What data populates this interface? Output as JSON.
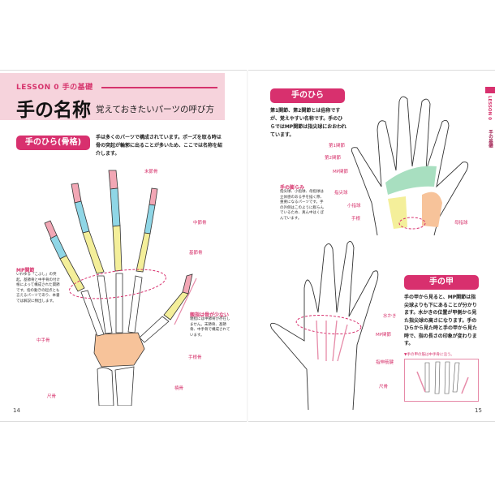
{
  "left_page": {
    "lesson": "LESSON 0 手の基礎",
    "title": "手の名称",
    "subtitle": "覚えておきたいパーツの呼び方",
    "section_pill": "手のひら(骨格)",
    "intro": "手は多くのパーツで構成されています。ポーズを取る時は骨の突起が輪郭に出ることが多いため、ここでは名称を紹介します。",
    "labels": {
      "distal": "末節骨",
      "middle": "中節骨",
      "proximal": "基節骨",
      "metacarpal": "中手骨",
      "carpal": "手根骨",
      "radius": "橈骨",
      "ulna": "尺骨"
    },
    "mp_note": {
      "heading": "MP関節",
      "text": "いわゆる「こぶし」の突起。基節骨と中手骨の付け根によって構成された関節です。指の動きの起点とも言えるパーツであり、本書では解説に頻出します。"
    },
    "thumb_note": {
      "heading": "親指は骨が少ない",
      "text": "親指には中節骨が存在しません。末節骨、基節骨、中手骨で構成されています。"
    },
    "page_number": "14"
  },
  "right_page": {
    "palm_pill": "手のひら",
    "palm_text": "第1関節、第2関節とは俗称ですが、覚えやすい名称です。手のひらではMP関節は指尖球におおわれています。",
    "palm_labels": {
      "joint1": "第1関節",
      "joint2": "第2関節",
      "mp": "MP関節",
      "fingertip_pad": "指尖球",
      "hypothenar": "小指球",
      "wrist": "手根",
      "thenar": "母指球"
    },
    "bulge_note": {
      "heading": "手の膨らみ",
      "text": "指尖球、小指球、母指球は立体感のある手を描く際、重要になるパーツです。手の外側はこのように膨らんでいるため、真ん中はくぼんでいます。"
    },
    "back_pill": "手の甲",
    "back_text": "手の甲から見ると、MP関節は指尖球よりも下にあることが分かります。水かきの位置が甲側から見た指尖球の高さになります。手のひらから見た時と手の甲から見た時で、指の長さの印象が変わります。",
    "back_labels": {
      "web": "水かき",
      "mp": "MP関節",
      "tendon": "指伸筋腱",
      "ulna": "尺骨"
    },
    "caption": "▼手の甲の筋は中手骨に沿う。",
    "side_tab": {
      "lesson": "LESSON 0",
      "topic": "手の基礎"
    },
    "page_number": "15"
  },
  "colors": {
    "accent": "#d8306e",
    "band": "#f6d3dc",
    "distal": "#f2a7b5",
    "middle": "#8fd6e6",
    "proximal": "#f4ef9a",
    "carpal": "#f7c39a",
    "fingertip_pad": "#a8dfc0",
    "hypothenar": "#f4ef9a",
    "thenar": "#f7c39a"
  }
}
